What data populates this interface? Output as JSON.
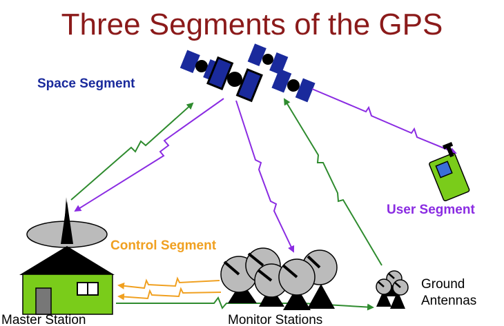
{
  "title": "Three Segments of the GPS",
  "labels": {
    "space_segment": "Space Segment",
    "user_segment": "User Segment",
    "control_segment": "Control Segment",
    "master_station": "Master Station",
    "monitor_stations": "Monitor Stations",
    "ground_antennas_line1": "Ground",
    "ground_antennas_line2": "Antennas"
  },
  "colors": {
    "title": "#8b1a1a",
    "space_segment": "#1a2a9c",
    "user_segment": "#8a2be2",
    "control_segment": "#f0a020",
    "uplink": "#2e8b2e",
    "downlink": "#8a2be2",
    "station_link": "#f0a020",
    "satellite_panel": "#1a2a9c",
    "house": "#7acc1a",
    "receiver": "#7acc1a",
    "receiver_screen": "#3a6fd8"
  },
  "icons": [
    "satellite-icon",
    "house-icon",
    "satellite-dish-icon",
    "gps-receiver-icon",
    "ground-antenna-icon"
  ]
}
